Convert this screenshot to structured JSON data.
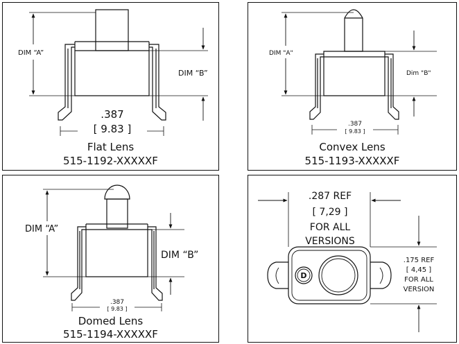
{
  "panels": {
    "flat": {
      "dim_a": "DIM “A”",
      "dim_b": "DIM “B”",
      "width_in": ".387",
      "width_mm": "[ 9.83 ]",
      "name": "Flat Lens",
      "part": "515-1192-XXXXXF"
    },
    "convex": {
      "dim_a": "DIM \"A\"",
      "dim_b": "Dim \"B\"",
      "width_in": ".387",
      "width_mm": "[ 9.83 ]",
      "name": "Convex Lens",
      "part": "515-1193-XXXXXF"
    },
    "domed": {
      "dim_a": "DIM “A”",
      "dim_b": "DIM “B”",
      "width_in": ".387",
      "width_mm": "[ 9.83 ]",
      "name": "Domed Lens",
      "part": "515-1194-XXXXXF"
    },
    "top_view": {
      "width_in": ".287 REF",
      "width_mm": "[ 7,29 ]",
      "width_note_1": "FOR ALL",
      "width_note_2": "VERSIONS",
      "height_in": ".175 REF",
      "height_mm": "[ 4,45 ]",
      "height_note_1": "FOR ALL",
      "height_note_2": "VERSION"
    }
  }
}
